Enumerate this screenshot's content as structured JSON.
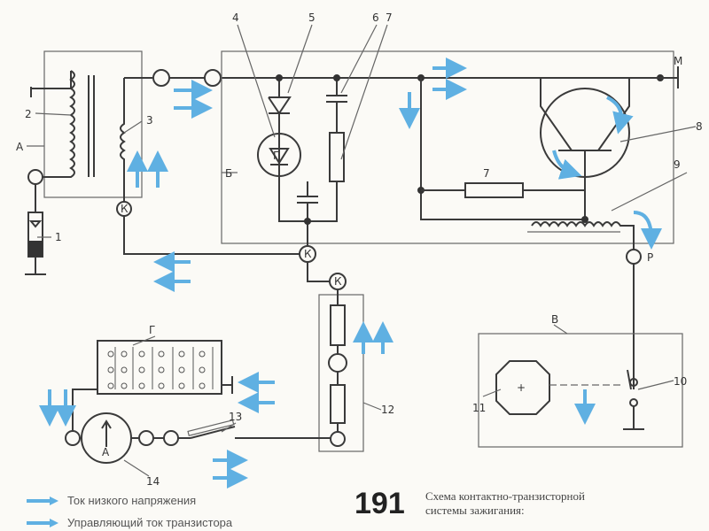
{
  "figure": {
    "number": "191",
    "caption_line1": "Схема контактно-транзисторной",
    "caption_line2": "системы зажигания:"
  },
  "legend": [
    {
      "label": "Ток низкого напряжения"
    },
    {
      "label": "Управляющий ток транзистора"
    }
  ],
  "labels": {
    "n1": "1",
    "n2": "2",
    "n3": "3",
    "n4": "4",
    "n5": "5",
    "n6": "6",
    "n7a": "7",
    "n7b": "7",
    "n8": "8",
    "n9": "9",
    "n10": "10",
    "n11": "11",
    "n12": "12",
    "n13": "13",
    "n14": "14",
    "A": "А",
    "B": "Б",
    "V": "В",
    "G": "Г",
    "M": "М",
    "P": "Р",
    "K1": "К",
    "K2": "К",
    "K3": "К",
    "ammeter": "A",
    "zener": "Г",
    "plus": "+"
  },
  "colors": {
    "arrow": "#5fb0e2",
    "wire": "#3a3a3a",
    "paper": "#fbfaf6"
  }
}
